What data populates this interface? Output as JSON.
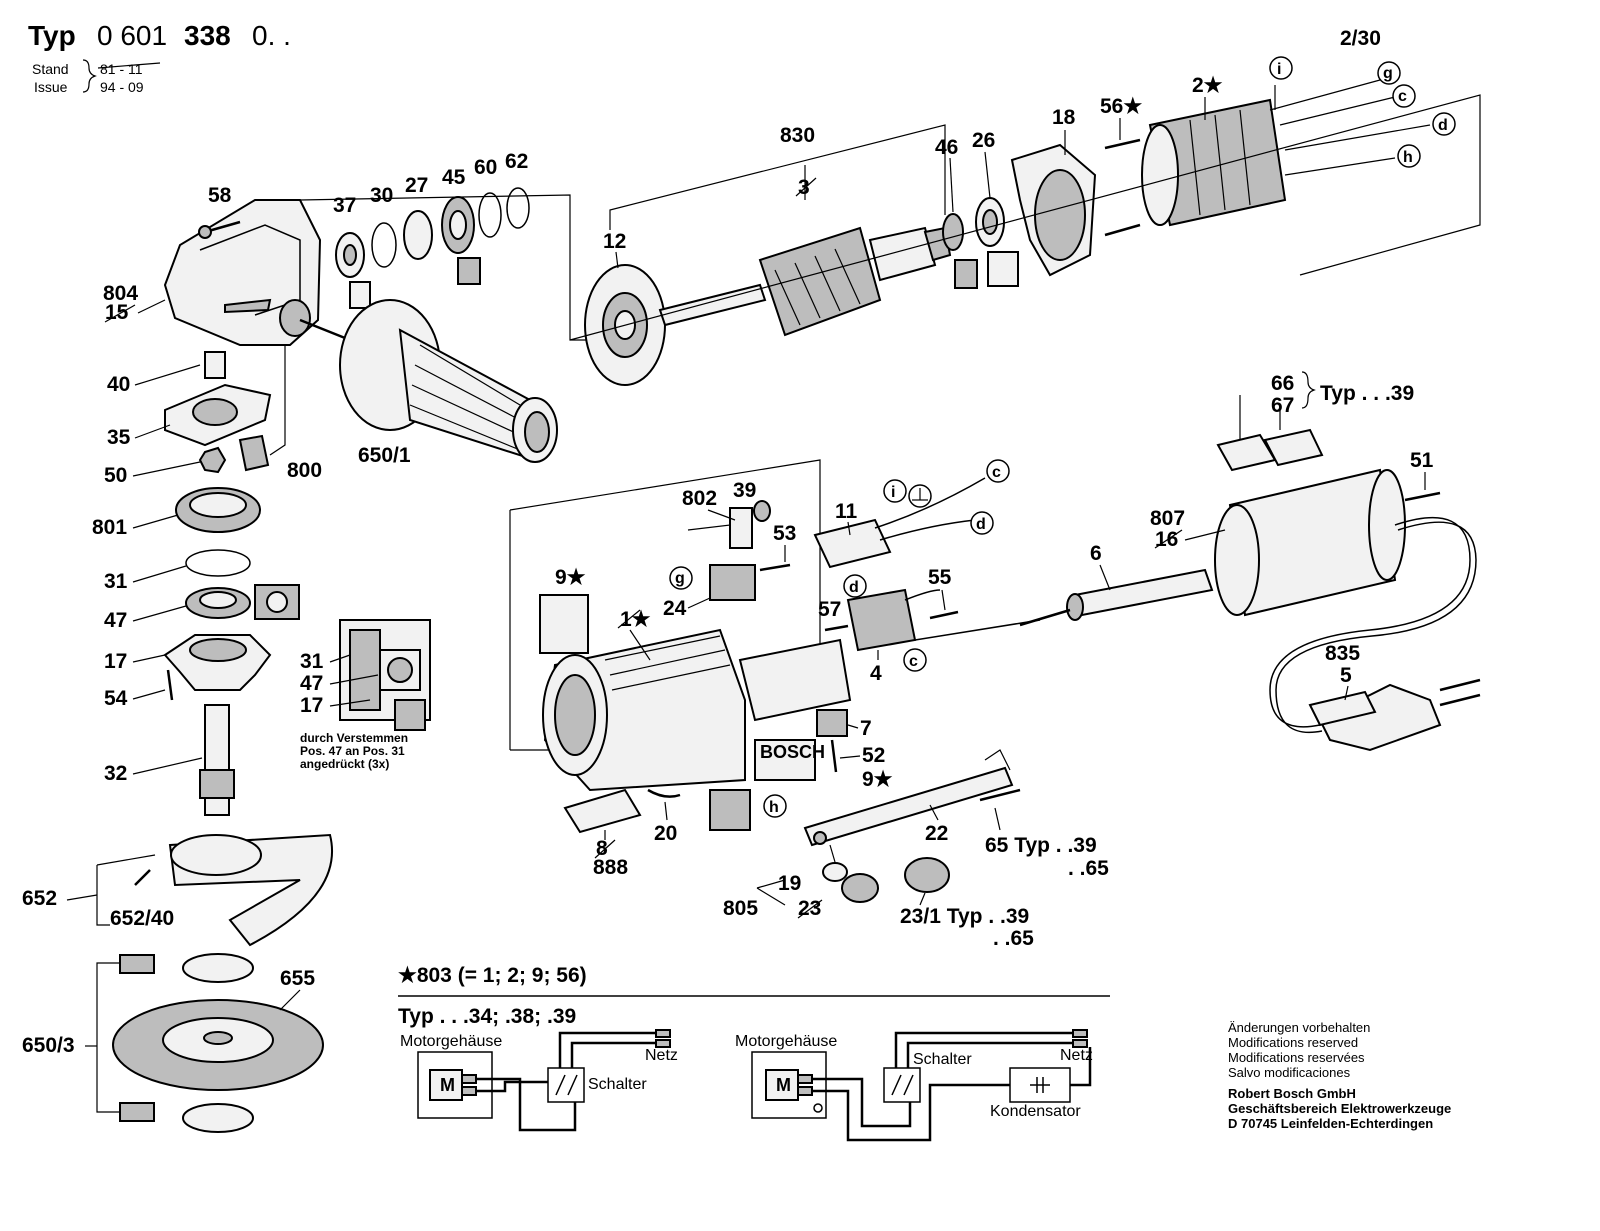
{
  "header": {
    "typ_label": "Typ",
    "type_number": "0 601",
    "type_number_bold": "338",
    "type_suffix": "0. .",
    "stand_label": "Stand",
    "issue_label": "Issue",
    "stand_value": "81 - 11",
    "issue_value": "94 - 09",
    "page_ref": "2/30"
  },
  "part_labels": {
    "p58": "58",
    "p37": "37",
    "p30": "30",
    "p27": "27",
    "p45": "45",
    "p60": "60",
    "p62": "62",
    "p804": "804",
    "p15": "15",
    "p40": "40",
    "p35": "35",
    "p50": "50",
    "p800": "800",
    "p801": "801",
    "p31": "31",
    "p47": "47",
    "p17": "17",
    "p54": "54",
    "p32": "32",
    "p652": "652",
    "p652_40": "652/40",
    "p650_3": "650/3",
    "p655": "655",
    "p650_1": "650/1",
    "p830": "830",
    "p3": "3",
    "p12": "12",
    "p46": "46",
    "p26": "26",
    "p18": "18",
    "p56s": "56★",
    "p2s": "2★",
    "p66": "66",
    "p67": "67",
    "typ39_a": "Typ . . .39",
    "p51": "51",
    "p807": "807",
    "p16": "16",
    "p6": "6",
    "p835": "835",
    "p5": "5",
    "p802": "802",
    "p39": "39",
    "p53": "53",
    "p11": "11",
    "p9s": "9★",
    "p1s": "1★",
    "p24": "24",
    "p57": "57",
    "p55": "55",
    "p4": "4",
    "p7": "7",
    "p52": "52",
    "p9s_b": "9★",
    "p888": "888",
    "p8": "8",
    "p20": "20",
    "p22": "22",
    "p65typ": "65 Typ . .39",
    "p65_65": ". .65",
    "p19": "19",
    "p805": "805",
    "p23": "23",
    "p23_1typ": "23/1 Typ . .39",
    "p23_1_65": ". .65",
    "s31": "31",
    "s47": "47",
    "s17": "17"
  },
  "circle_refs": {
    "i": "i",
    "g": "g",
    "c": "c",
    "d": "d",
    "h": "h"
  },
  "section_note": [
    "durch Verstemmen",
    "Pos. 47 an Pos. 31",
    "angedrückt (3x)"
  ],
  "brand": "BOSCH",
  "kit": "★803 (= 1; 2; 9; 56)",
  "wiring": {
    "typ_label": "Typ . . .34; .38; .39",
    "left": {
      "housing": "Motorgehäuse",
      "switch": "Schalter",
      "mains": "Netz",
      "motor": "M"
    },
    "right": {
      "housing": "Motorgehäuse",
      "switch": "Schalter",
      "mains": "Netz",
      "capacitor": "Kondensator",
      "motor": "M"
    }
  },
  "legal": {
    "lines": [
      "Änderungen vorbehalten",
      "Modifications reserved",
      "Modifications reservées",
      "Salvo modificaciones"
    ],
    "company_lines": [
      "Robert Bosch GmbH",
      "Geschäftsbereich Elektrowerkzeuge",
      "D 70745 Leinfelden-Echterdingen"
    ]
  }
}
